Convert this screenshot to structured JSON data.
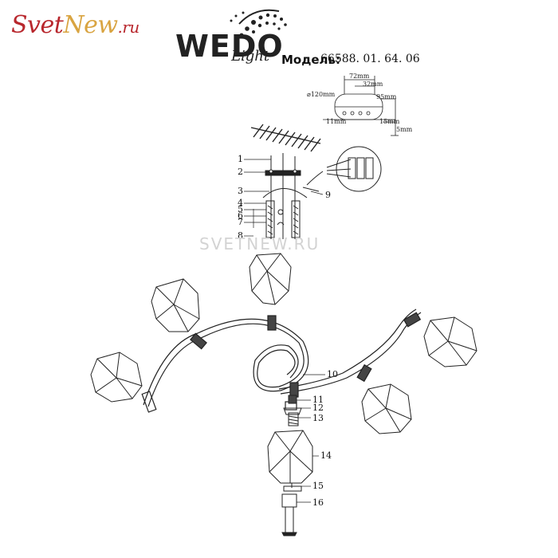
{
  "site": {
    "logo_part1": "Svet",
    "logo_part2": "New",
    "logo_tld": ".ru"
  },
  "brand": {
    "name": "WEDO",
    "sub": "Light"
  },
  "model": {
    "label": "Модель:",
    "number": "66588. 01. 64. 06"
  },
  "watermark": "SVETNEW.RU",
  "dimensions": {
    "d120": "⌀120mm",
    "w72": "72mm",
    "w32": "32mm",
    "w95": "95mm",
    "h11": "11mm",
    "h15": "15mm",
    "h5": "5mm"
  },
  "callouts": [
    "1",
    "2",
    "3",
    "4",
    "5",
    "6",
    "7",
    "8",
    "9",
    "10",
    "11",
    "12",
    "13",
    "14",
    "15",
    "16"
  ],
  "colors": {
    "logo_red": "#b8272d",
    "logo_gold": "#d9a441",
    "line": "#222222",
    "watermark": "#d3d3d3"
  },
  "icons": [
    "brand-swirl-icon",
    "glass-shade-icon",
    "ceiling-plate-icon",
    "wire-connector-icon"
  ]
}
